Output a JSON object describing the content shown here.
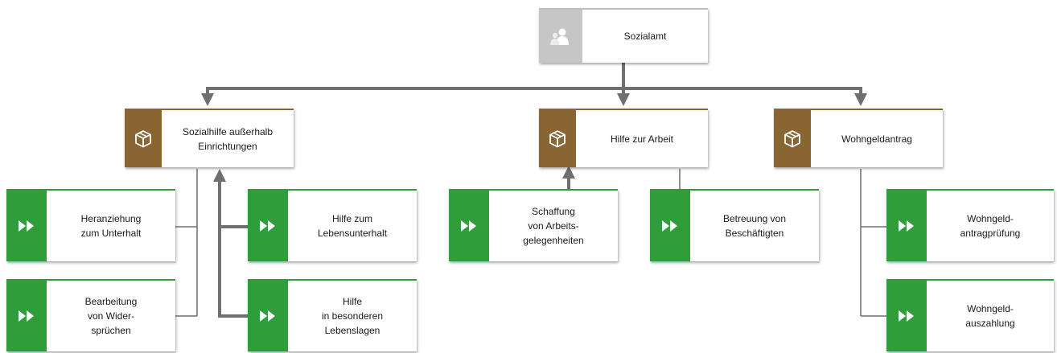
{
  "colors": {
    "connector": "#7a7a7a",
    "unit": "#c6c6c6",
    "group": "#8a6534",
    "process": "#2f9e3a"
  },
  "root": {
    "label": "Sozialamt",
    "icon": "org-unit-icon"
  },
  "groups": {
    "sozialhilfe": {
      "label": "Sozialhilfe außerhalb\nEinrichtungen",
      "icon": "package-icon"
    },
    "hilfe_arbeit": {
      "label": "Hilfe zur Arbeit",
      "icon": "package-icon"
    },
    "wohngeld": {
      "label": "Wohngeldantrag",
      "icon": "package-icon"
    }
  },
  "processes": {
    "heranziehung": {
      "label": "Heranziehung\nzum Unterhalt",
      "icon": "fast-forward-icon"
    },
    "bearbeitung": {
      "label": "Bearbeitung\nvon Wider-\nsprüchen",
      "icon": "fast-forward-icon"
    },
    "lebensunterhalt": {
      "label": "Hilfe zum\nLebensunterhalt",
      "icon": "fast-forward-icon"
    },
    "lebenslagen": {
      "label": "Hilfe\nin besonderen\nLebenslagen",
      "icon": "fast-forward-icon"
    },
    "schaffung": {
      "label": "Schaffung\nvon Arbeits-\ngelegenheiten",
      "icon": "fast-forward-icon"
    },
    "betreuung": {
      "label": "Betreuung von\nBeschäftigten",
      "icon": "fast-forward-icon"
    },
    "antragpruefung": {
      "label": "Wohngeld-\nantragprüfung",
      "icon": "fast-forward-icon"
    },
    "auszahlung": {
      "label": "Wohngeld-\nauszahlung",
      "icon": "fast-forward-icon"
    }
  }
}
